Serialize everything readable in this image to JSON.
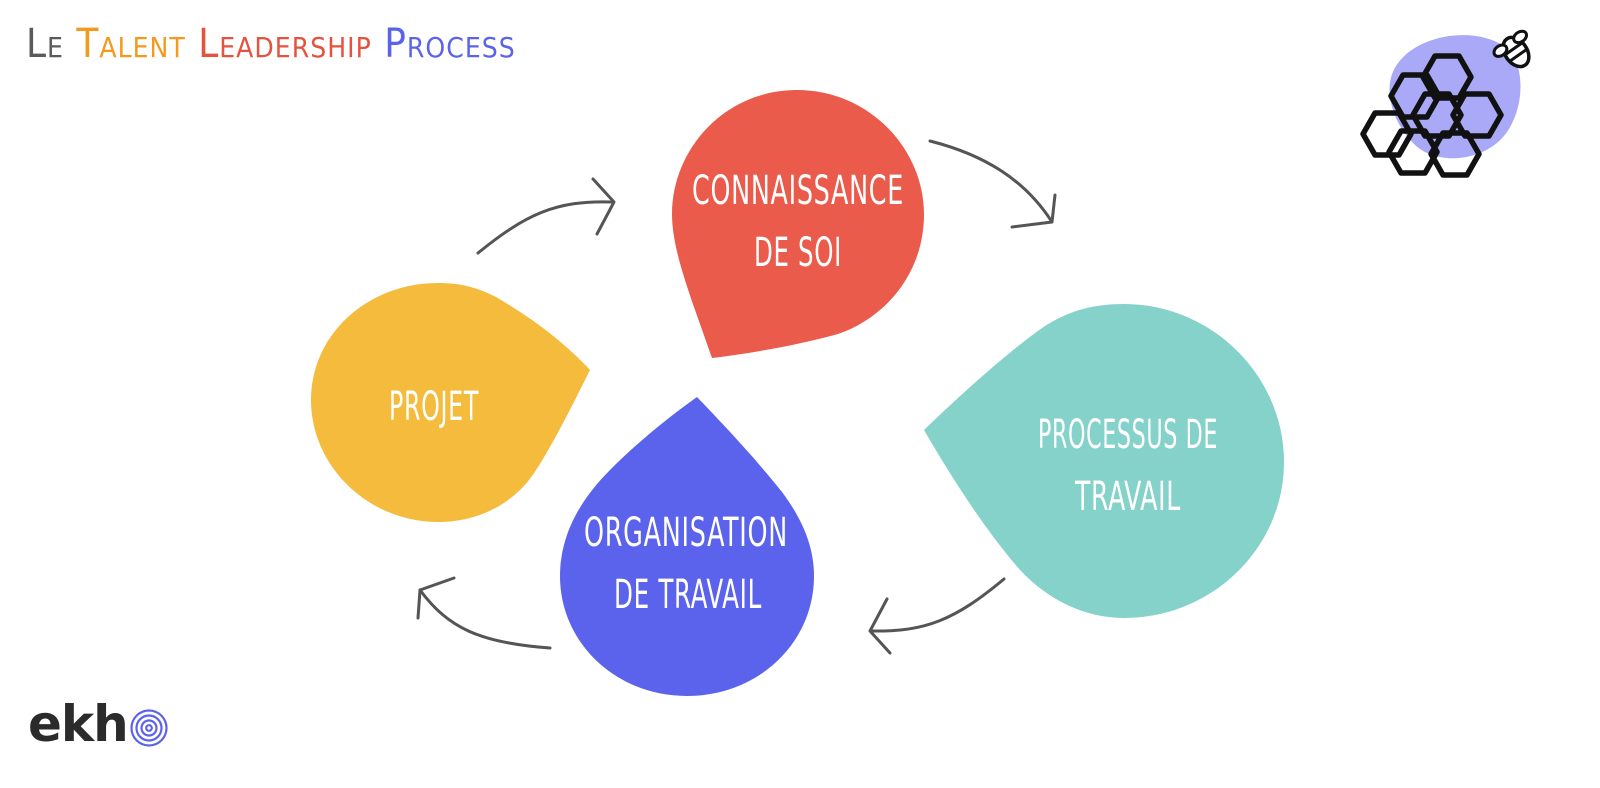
{
  "title": {
    "part1": "Le",
    "part2": "Talent",
    "part3": "Leadership",
    "part4": "Process",
    "colors": {
      "part1": "#5a5a5a",
      "part2": "#f39a1e",
      "part3": "#e5533f",
      "part4": "#5a63ea"
    }
  },
  "steps": [
    {
      "id": "connaissance",
      "line1": "CONNAISSANCE",
      "line2": "DE SOI",
      "color": "#ea5b4c"
    },
    {
      "id": "processus",
      "line1": "PROCESSUS DE",
      "line2": "TRAVAIL",
      "color": "#85d2ca"
    },
    {
      "id": "organisation",
      "line1": "ORGANISATION",
      "line2": "DE TRAVAIL",
      "color": "#5b63ec"
    },
    {
      "id": "projet",
      "line1": "PROJET",
      "line2": "",
      "color": "#f4bb3c"
    }
  ],
  "logos": {
    "brand_text": "ekh",
    "hive_icon": "honeycomb-bee-icon",
    "hive_accent": "#a9a9f7",
    "brand_accent": "#5a63ea"
  }
}
